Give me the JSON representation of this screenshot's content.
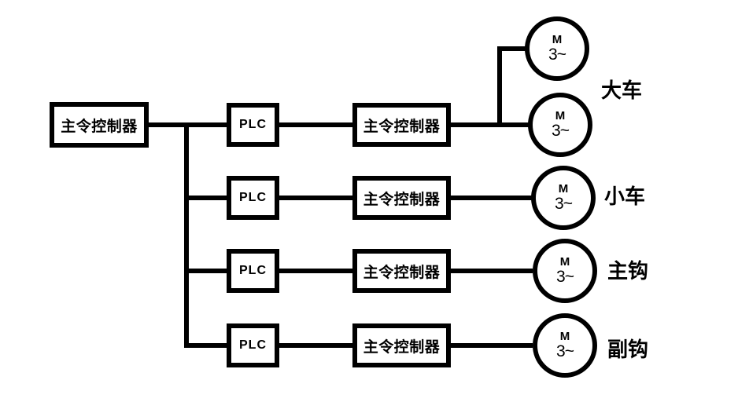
{
  "colors": {
    "ink": "#000000",
    "paper": "#ffffff"
  },
  "master_controller": {
    "label": "主令控制器"
  },
  "rows": [
    {
      "plc_label": "PLC",
      "controller_label": "主令控制器",
      "group_label": "大车",
      "motors": [
        {
          "letter": "M",
          "phase": "3~"
        },
        {
          "letter": "M",
          "phase": "3~"
        }
      ]
    },
    {
      "plc_label": "PLC",
      "controller_label": "主令控制器",
      "group_label": "小车",
      "motors": [
        {
          "letter": "M",
          "phase": "3~"
        }
      ]
    },
    {
      "plc_label": "PLC",
      "controller_label": "主令控制器",
      "group_label": "主钩",
      "motors": [
        {
          "letter": "M",
          "phase": "3~"
        }
      ]
    },
    {
      "plc_label": "PLC",
      "controller_label": "主令控制器",
      "group_label": "副钩",
      "motors": [
        {
          "letter": "M",
          "phase": "3~"
        }
      ]
    }
  ]
}
